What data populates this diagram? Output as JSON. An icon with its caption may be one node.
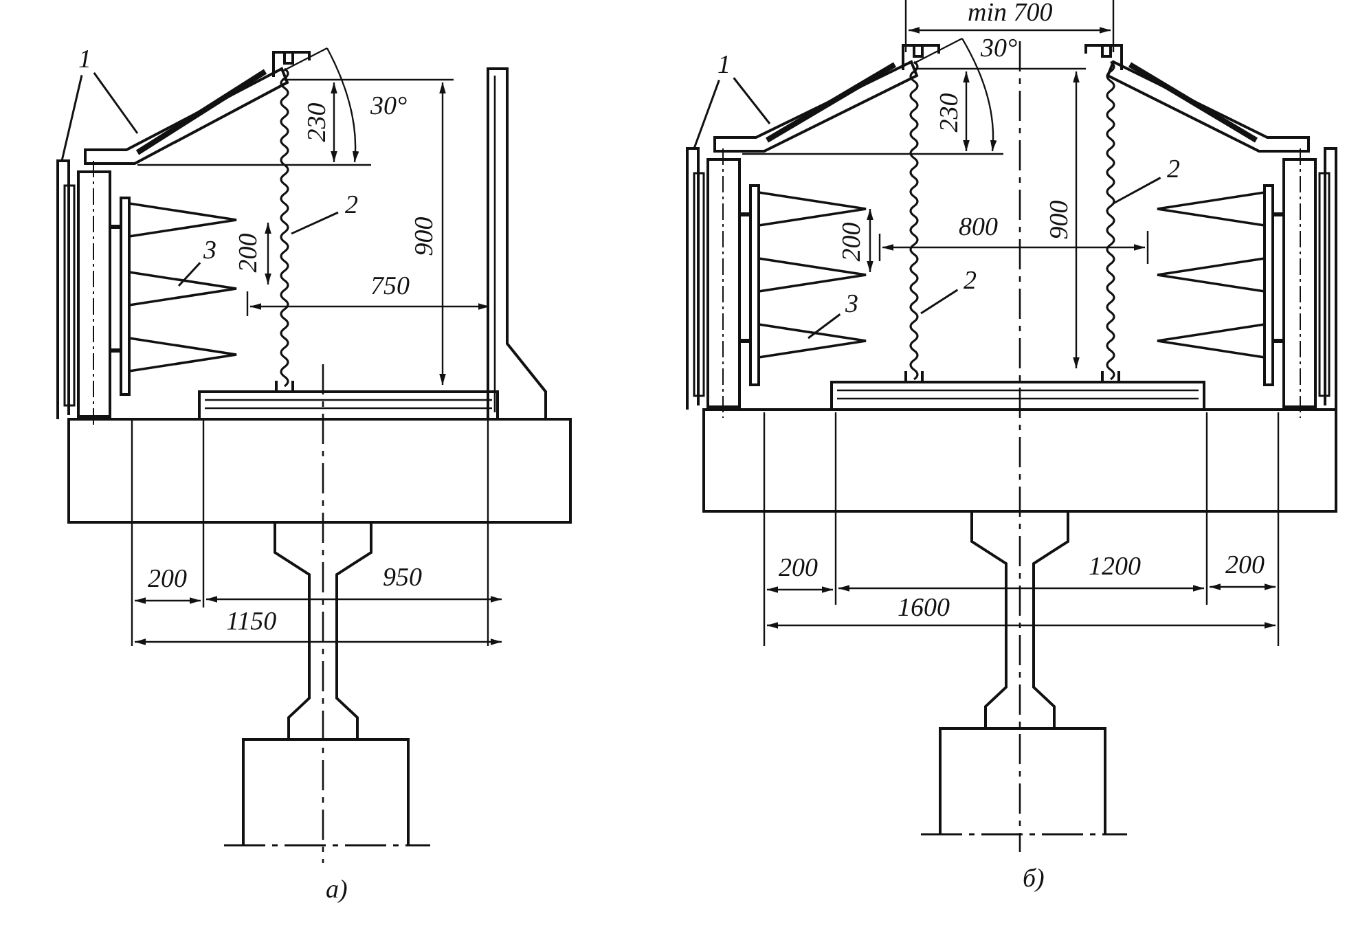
{
  "diagram": {
    "nodes": [
      {
        "text": [
          "1"
        ]
      },
      {
        "text": [
          "2"
        ]
      },
      {
        "text": [
          "3"
        ]
      },
      {
        "text": [
          "1"
        ]
      },
      {
        "text": [
          "2"
        ]
      },
      {
        "text": [
          "2"
        ]
      },
      {
        "text": [
          "3"
        ]
      }
    ],
    "edges": [
      {
        "from": 0,
        "to": null,
        "arrow": "none"
      },
      {
        "from": 0,
        "to": null,
        "arrow": "none"
      },
      {
        "from": 1,
        "to": null,
        "arrow": "none"
      },
      {
        "from": 2,
        "to": null,
        "arrow": "none"
      },
      {
        "from": 3,
        "to": null,
        "arrow": "none"
      },
      {
        "from": 3,
        "to": null,
        "arrow": "none"
      },
      {
        "from": 4,
        "to": null,
        "arrow": "none"
      },
      {
        "from": 5,
        "to": null,
        "arrow": "none"
      },
      {
        "from": 6,
        "to": null,
        "arrow": "none"
      }
    ],
    "labels": [
      "30°",
      "230",
      "900",
      "200",
      "750",
      "200",
      "950",
      "1150",
      "а)",
      "min 700",
      "30°",
      "230",
      "900",
      "200",
      "800",
      "200",
      "1200",
      "200",
      "1600",
      "б)"
    ]
  }
}
